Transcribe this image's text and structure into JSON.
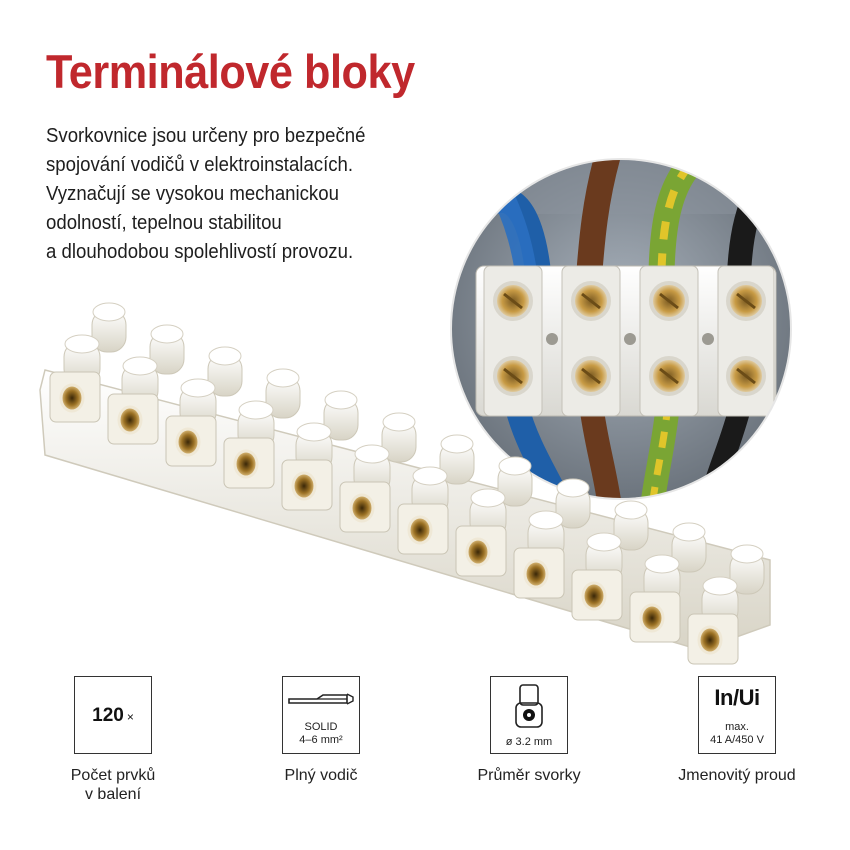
{
  "title": "Terminálové bloky",
  "description": [
    "Svorkovnice jsou určeny pro bezpečné",
    "spojování vodičů v elektroinstalacích.",
    "Vyznačují se vysokou mechanickou",
    "odolností, tepelnou stabilitou",
    "a dlouhodobou spolehlivostí provozu."
  ],
  "features": [
    {
      "icon": "count-box-icon",
      "value": "120",
      "unit": "×",
      "caption": [
        "Počet prvků",
        "v balení"
      ]
    },
    {
      "icon": "solid-wire-icon",
      "label_1": "SOLID",
      "label_2": "4–6 mm²",
      "caption": [
        "Plný vodič"
      ]
    },
    {
      "icon": "terminal-diameter-icon",
      "label": "ø 3.2 mm",
      "caption": [
        "Průměr svorky"
      ]
    },
    {
      "icon": "current-voltage-icon",
      "value": "In/Ui",
      "label_1": "max.",
      "label_2": "41 A/450 V",
      "caption": [
        "Jmenovitý proud"
      ]
    }
  ],
  "colors": {
    "title": "#c0282d",
    "text": "#1e1e1e",
    "plastic": "#f3f0e6",
    "brass": "#b88a35"
  }
}
